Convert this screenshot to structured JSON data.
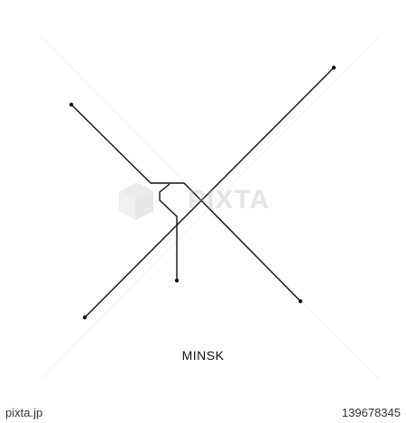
{
  "map": {
    "title": "MINSK",
    "line_color": "#111111",
    "background_color": "#ffffff"
  },
  "watermark": {
    "text": "PIXTA",
    "icon": "pixta-logo-icon"
  },
  "footer": {
    "brand": "pixta.jp",
    "image_id": "139678345"
  }
}
